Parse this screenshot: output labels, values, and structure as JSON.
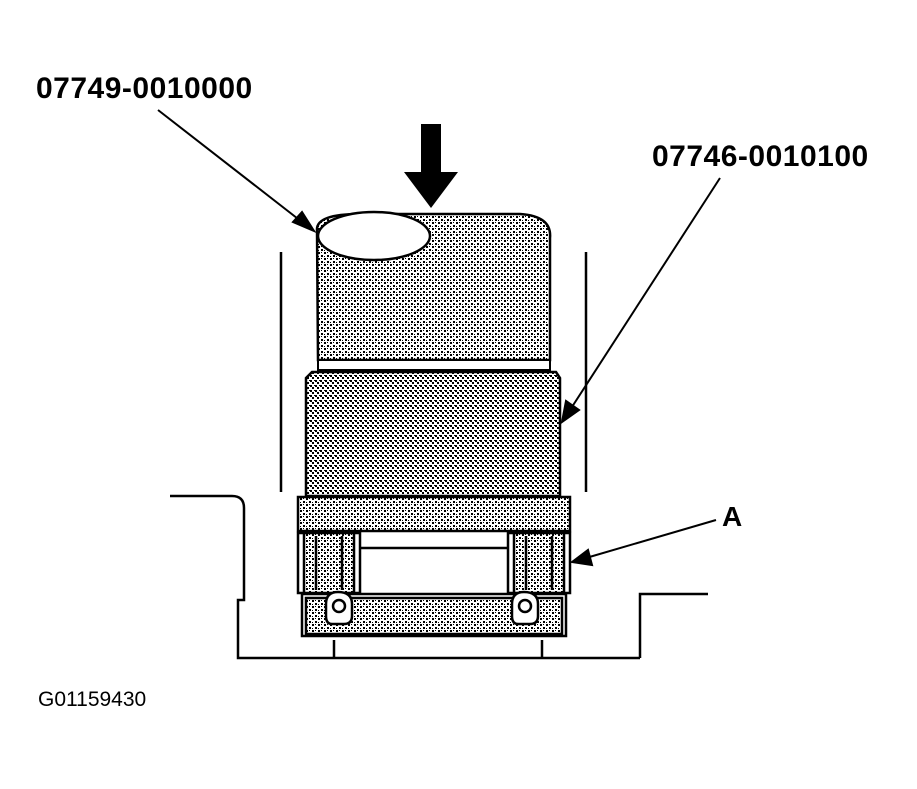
{
  "callouts": {
    "tool_1": "07749-0010000",
    "tool_2": "07746-0010100",
    "part_a": "A"
  },
  "figure_id": "G01159430",
  "colors": {
    "ink": "#000000",
    "paper": "#ffffff"
  }
}
